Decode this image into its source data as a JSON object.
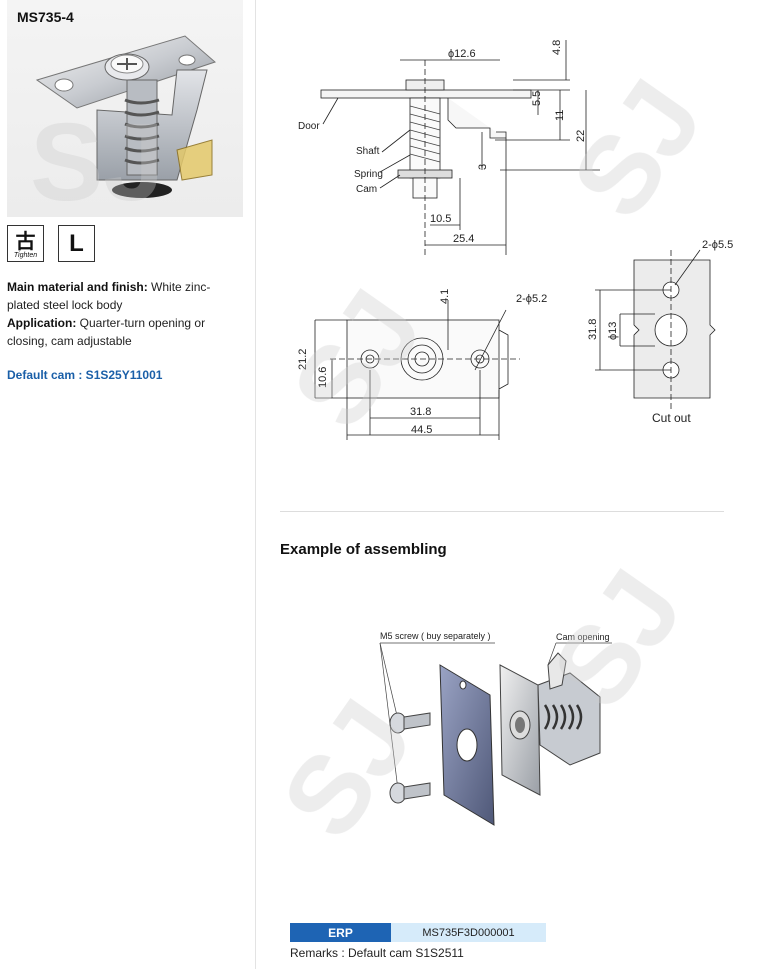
{
  "product": {
    "title": "MS735-4",
    "icons": {
      "tighten": "Tighten",
      "l": "L"
    },
    "material_label": "Main material and finish:",
    "material_value": "White zinc-plated steel lock body",
    "application_label": "Application:",
    "application_value": "Quarter-turn opening or closing, cam adjustable",
    "default_cam": "Default cam : S1S25Y11001"
  },
  "drawing": {
    "dims": {
      "d12_6": "ϕ12.6",
      "d4_8": "4.8",
      "d5_5": "5.5",
      "d11": "11",
      "d22": "22",
      "d3": "3",
      "d10_5": "10.5",
      "d25_4": "25.4",
      "d4_1": "4.1",
      "d2_5_2": "2-ϕ5.2",
      "d21_2": "21.2",
      "d10_6": "10.6",
      "d31_8": "31.8",
      "d44_5": "44.5",
      "d2_5_5": "2-ϕ5.5",
      "d31_8b": "31.8",
      "d13": "ϕ13"
    },
    "labels": {
      "door": "Door",
      "shaft": "Shaft",
      "spring": "Spring",
      "cam": "Cam",
      "cutout": "Cut out"
    }
  },
  "assembling": {
    "title": "Example of assembling",
    "screw_label": "M5 screw ( buy separately )",
    "cam_opening_label": "Cam opening"
  },
  "erp": {
    "label": "ERP",
    "value": "MS735F3D000001",
    "remarks": "Remarks : Default cam S1S2511"
  },
  "watermark": "SJ"
}
